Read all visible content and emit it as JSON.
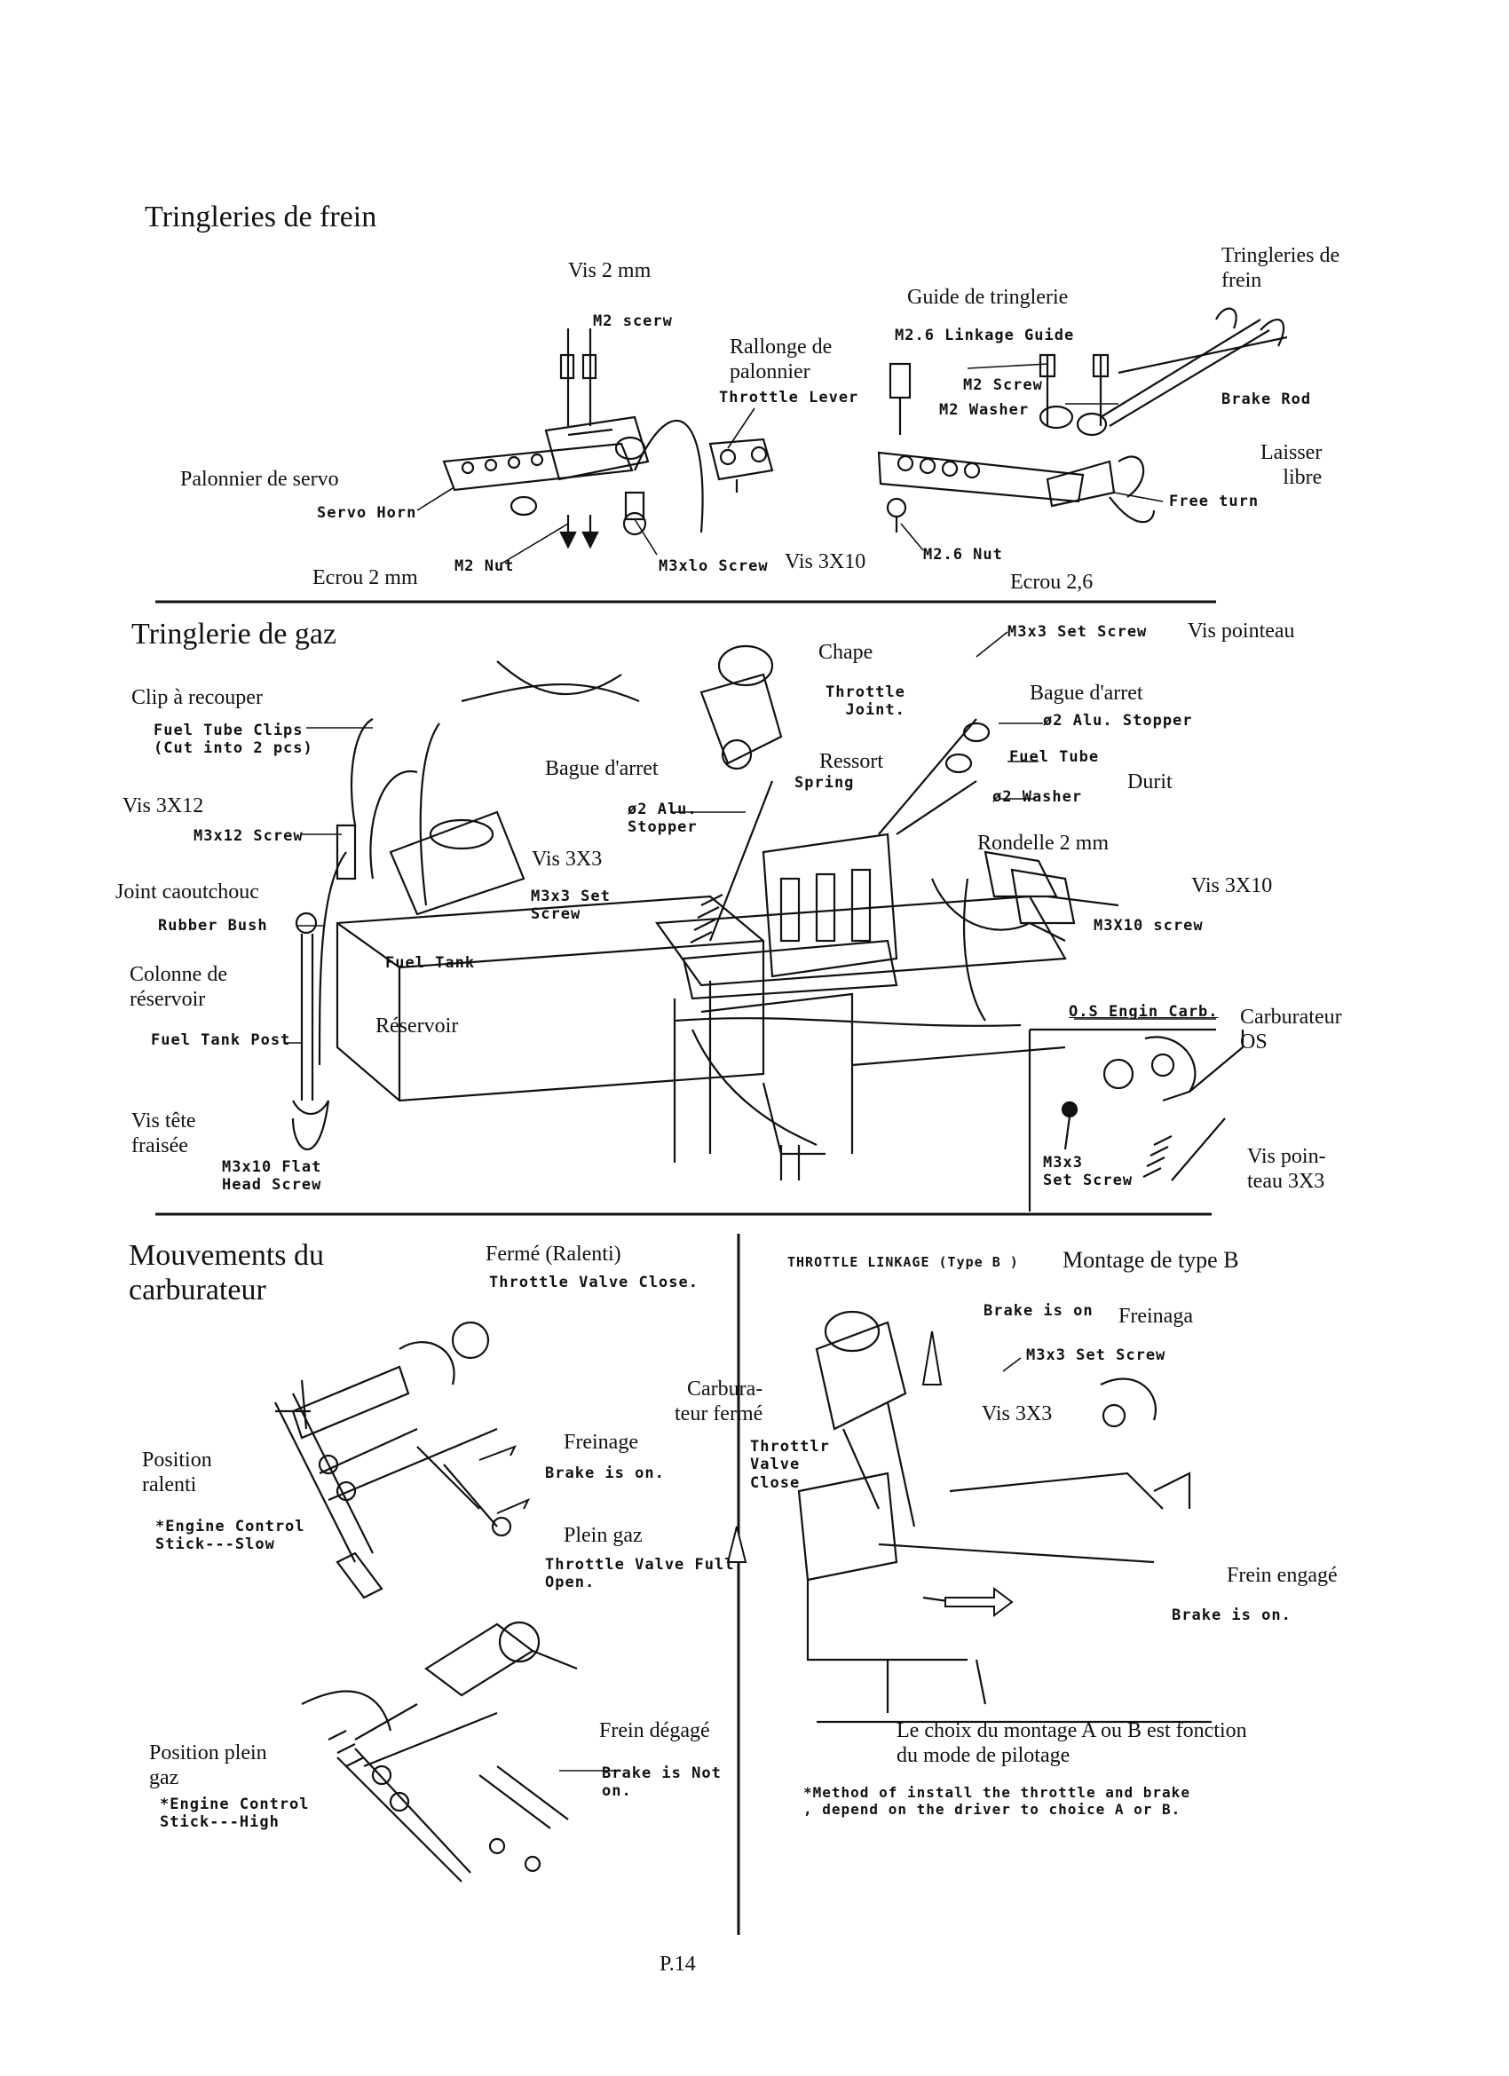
{
  "sections": {
    "brake": {
      "title": "Tringleries de frein",
      "vis_2mm": "Vis 2 mm",
      "m2_screw_1": "M2 scerw",
      "rallonge": "Rallonge de\npalonnier",
      "throttle_lever": "Throttle Lever",
      "guide": "Guide de tringlerie",
      "linkage_guide": "M2.6 Linkage Guide",
      "m2_screw_2": "M2 Screw",
      "m2_washer": "M2 Washer",
      "tringleries_frein": "Tringleries de\nfrein",
      "brake_rod": "Brake Rod",
      "palonnier": "Palonnier de servo",
      "servo_horn": "Servo Horn",
      "laisser": "Laisser\nlibre",
      "free_turn": "Free turn",
      "ecrou2": "Ecrou 2 mm",
      "m2_nut": "M2 Nut",
      "m3x10_screw": "M3xlo Screw",
      "vis3x10": "Vis 3X10",
      "m26_nut": "M2.6 Nut",
      "ecrou26": "Ecrou 2,6"
    },
    "gas": {
      "title": "Tringlerie de gaz",
      "chape": "Chape",
      "throttle_joint": "Throttle\nJoint.",
      "m3x3_set_screw": "M3x3 Set Screw",
      "vis_pointeau": "Vis pointeau",
      "bague_arret_r": "Bague d'arret",
      "alu_stopper_r": "ø2 Alu. Stopper",
      "clip": "Clip à recouper",
      "fuel_tube_clips": "Fuel Tube Clips\n(Cut into 2 pcs)",
      "bague_arret_l": "Bague d'arret",
      "ressort": "Ressort",
      "spring": "Spring",
      "fuel_tube": "Fuel Tube",
      "durit": "Durit",
      "washer": "ø2 Washer",
      "vis3x12": "Vis 3X12",
      "m3x12": "M3x12 Screw",
      "alu_stopper_l": "ø2 Alu.\nStopper",
      "rondelle": "Rondelle 2 mm",
      "vis3x3": "Vis 3X3",
      "m3x3_set_l": "M3x3 Set\nScrew",
      "joint": "Joint caoutchouc",
      "rubber_bush": "Rubber Bush",
      "vis3x10": "Vis 3X10",
      "m3x10": "M3X10 screw",
      "fuel_tank": "Fuel Tank",
      "colonne": "Colonne de\nréservoir",
      "os_carb": "O.S Engin Carb.",
      "carburateur": "Carburateur\nOS",
      "reservoir": "Réservoir",
      "post": "Fuel Tank Post",
      "vis_tete": "Vis tête\nfraisée",
      "flat_head": "M3x10 Flat\nHead Screw",
      "m3x3_set_b": "M3x3\nSet Screw",
      "vis_pointeau_3x3": "Vis poin-\nteau 3X3"
    },
    "carb": {
      "title": "Mouvements du\ncarburateur",
      "ferme": "Fermé (Ralenti)",
      "valve_close": "Throttle Valve Close.",
      "position_ralenti": "Position\nralenti",
      "stick_slow": "*Engine Control\nStick---Slow",
      "freinage": "Freinage",
      "brake_on": "Brake is on.",
      "plein_gaz": "Plein gaz",
      "valve_full": "Throttle Valve Full\nOpen.",
      "position_plein": "Position plein\ngaz",
      "stick_high": "*Engine Control\nStick---High",
      "frein_degage": "Frein dégagé",
      "brake_not_on": "Brake is Not\non."
    },
    "typeb": {
      "header": "THROTTLE LINKAGE (Type B )",
      "montage": "Montage de type B",
      "brake_is_on": "Brake is on",
      "freinaga": "Freinaga",
      "m3x3": "M3x3 Set Screw",
      "carb_ferme": "Carbura-\nteur fermé",
      "vis3x3": "Vis 3X3",
      "valve_close": "Throttlr\nValve\nClose",
      "frein_engage": "Frein engagé",
      "brake_on_b": "Brake is on.",
      "choix": "Le choix du montage A ou B est fonction\ndu mode de pilotage",
      "method": "*Method of install the throttle and brake\n, depend on the driver to choice A or B."
    }
  },
  "page_number": "P.14"
}
